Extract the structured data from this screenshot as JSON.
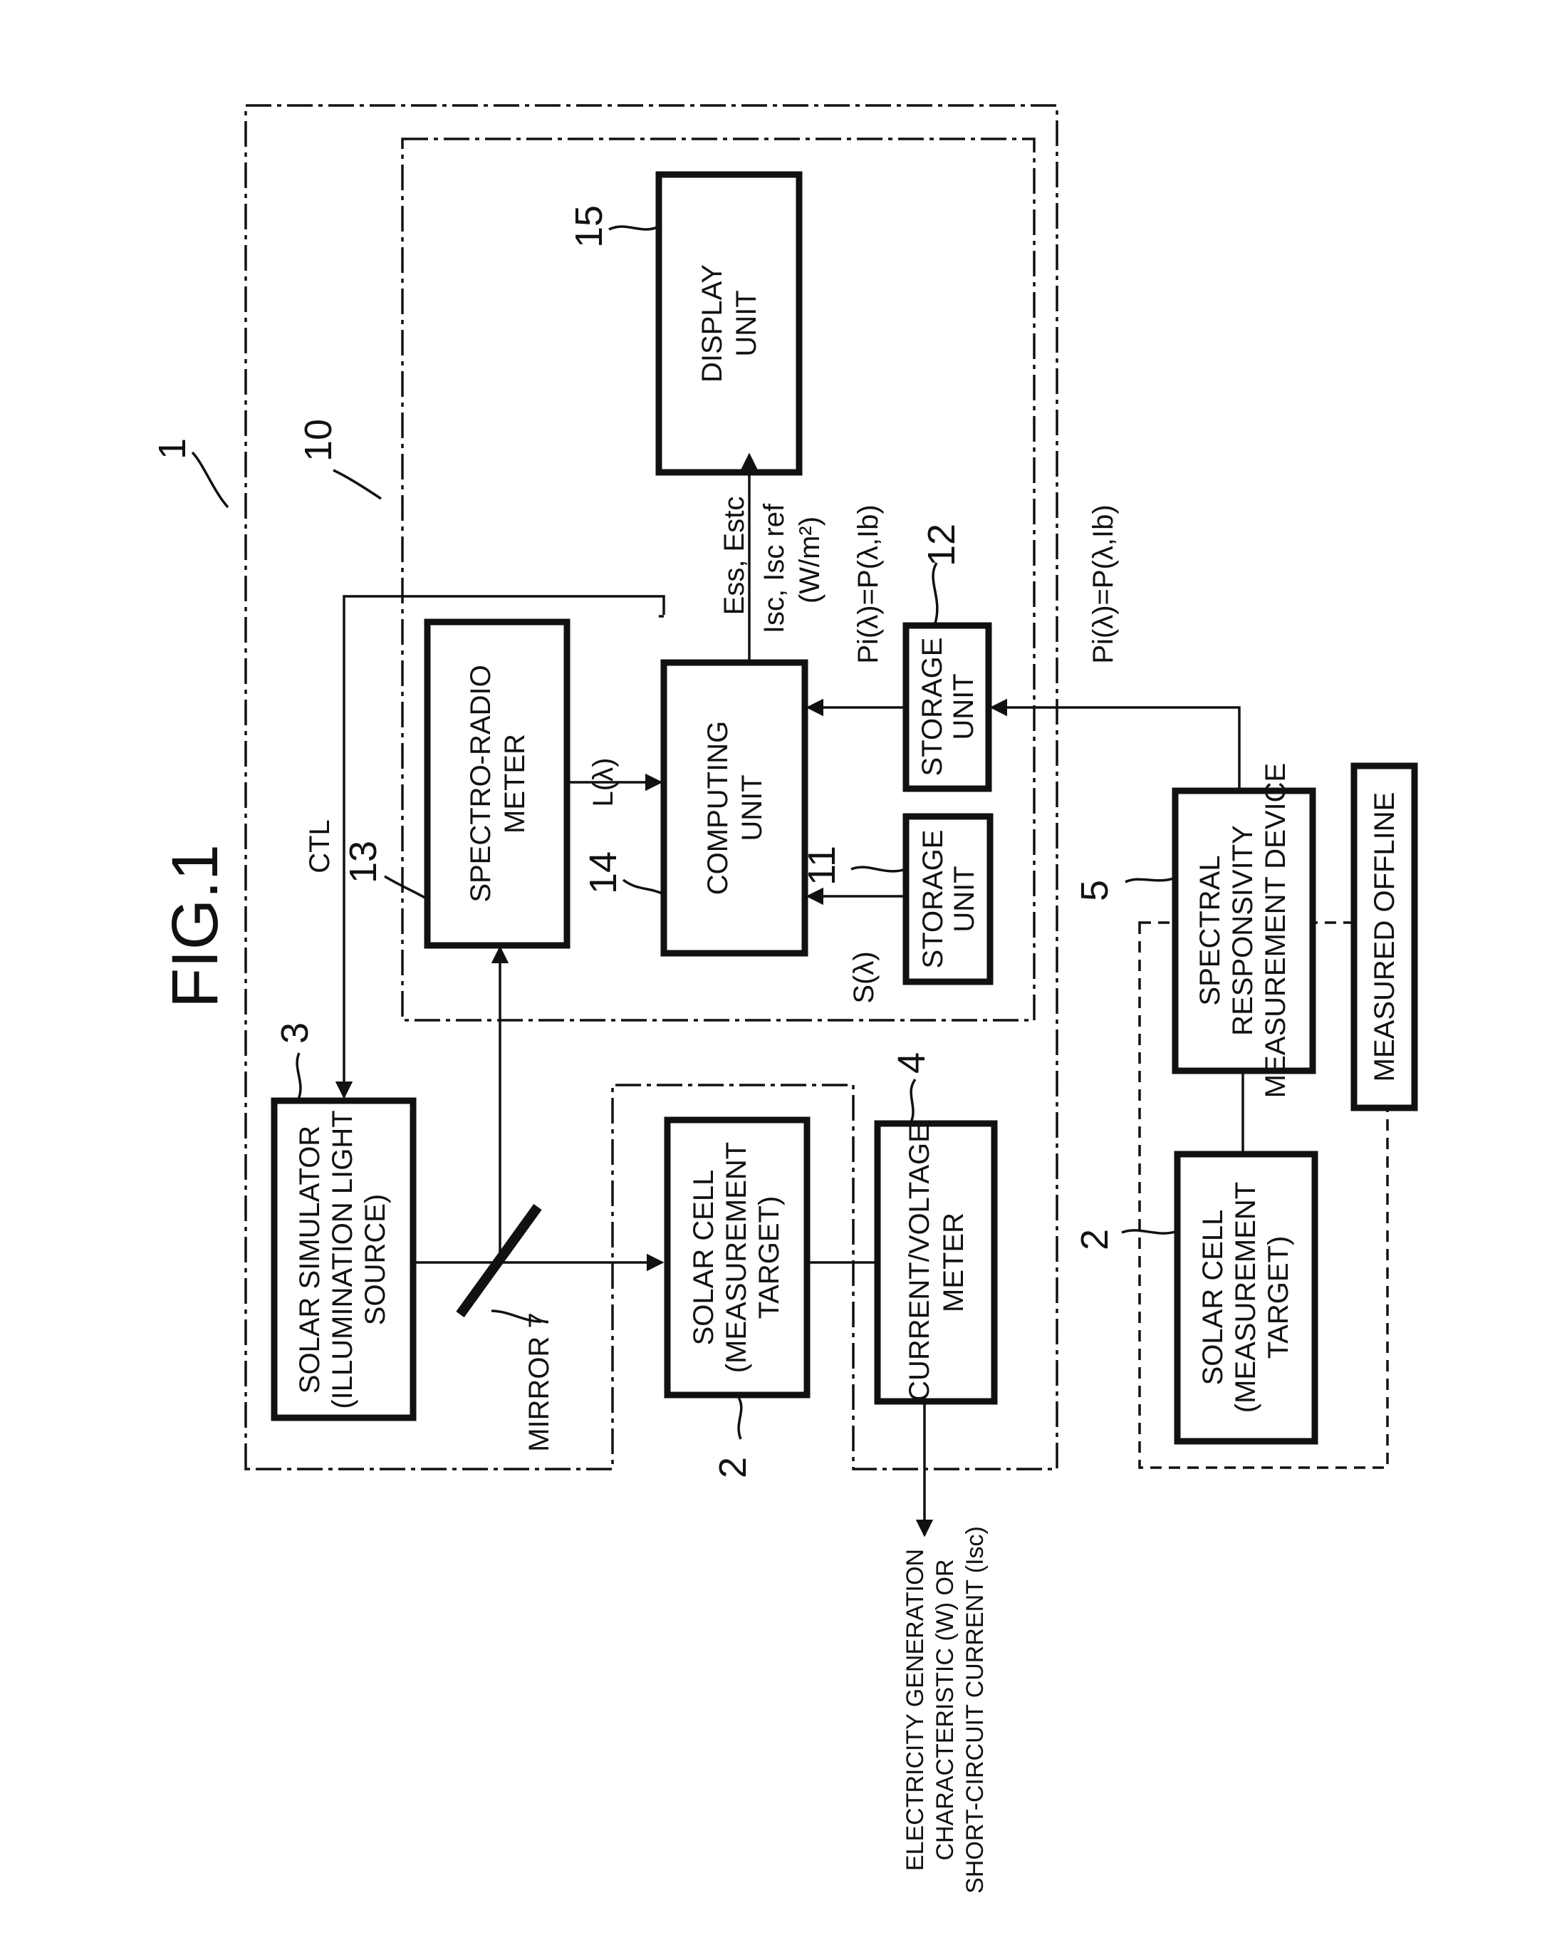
{
  "figure": {
    "title": "FIG.1",
    "ref_system": "1",
    "ref_computer": "10"
  },
  "blocks": {
    "display_unit": {
      "line1": "DISPLAY",
      "line2": "UNIT",
      "ref": "15"
    },
    "spectroradiometer": {
      "line1": "SPECTRO-RADIO",
      "line2": "METER",
      "ref": "13"
    },
    "computing_unit": {
      "line1": "COMPUTING",
      "line2": "UNIT",
      "ref": "14"
    },
    "storage_unit_11": {
      "line1": "STORAGE",
      "line2": "UNIT",
      "ref": "11"
    },
    "storage_unit_12": {
      "line1": "STORAGE",
      "line2": "UNIT",
      "ref": "12"
    },
    "solar_simulator": {
      "line1": "SOLAR SIMULATOR",
      "line2": "(ILLUMINATION LIGHT",
      "line3": "SOURCE)",
      "ref": "3"
    },
    "solar_cell": {
      "line1": "SOLAR CELL",
      "line2": "(MEASUREMENT",
      "line3": "TARGET)",
      "ref": "2"
    },
    "current_voltage_meter": {
      "line1": "CURRENT/VOLTAGE",
      "line2": "METER",
      "ref": "4"
    },
    "spectral_device": {
      "line1": "SPECTRAL",
      "line2": "RESPONSIVITY",
      "line3": "MEASUREMENT DEVICE",
      "ref": "5"
    },
    "solar_cell_offline": {
      "line1": "SOLAR CELL",
      "line2": "(MEASUREMENT",
      "line3": "TARGET)",
      "ref": "2"
    },
    "measured_offline": {
      "label": "MEASURED OFFLINE"
    }
  },
  "signals": {
    "ctl": "CTL",
    "l_lambda": "L(λ)",
    "s_lambda": "S(λ)",
    "pi_lambda": "Pi(λ)=P(λ,Ib)",
    "pi_lambda_outer": "Pi(λ)=P(λ,Ib)",
    "ess": "Ess, Estc",
    "isc": "Isc, Isc ref",
    "unit": "(W/m²)",
    "mirror": "MIRROR 7"
  },
  "output": {
    "line1": "ELECTRICITY GENERATION",
    "line2": "CHARACTERISTIC (W) OR",
    "line3": "SHORT-CIRCUIT CURRENT (Isc)"
  },
  "colors": {
    "ink": "#111111",
    "paper": "#ffffff"
  }
}
